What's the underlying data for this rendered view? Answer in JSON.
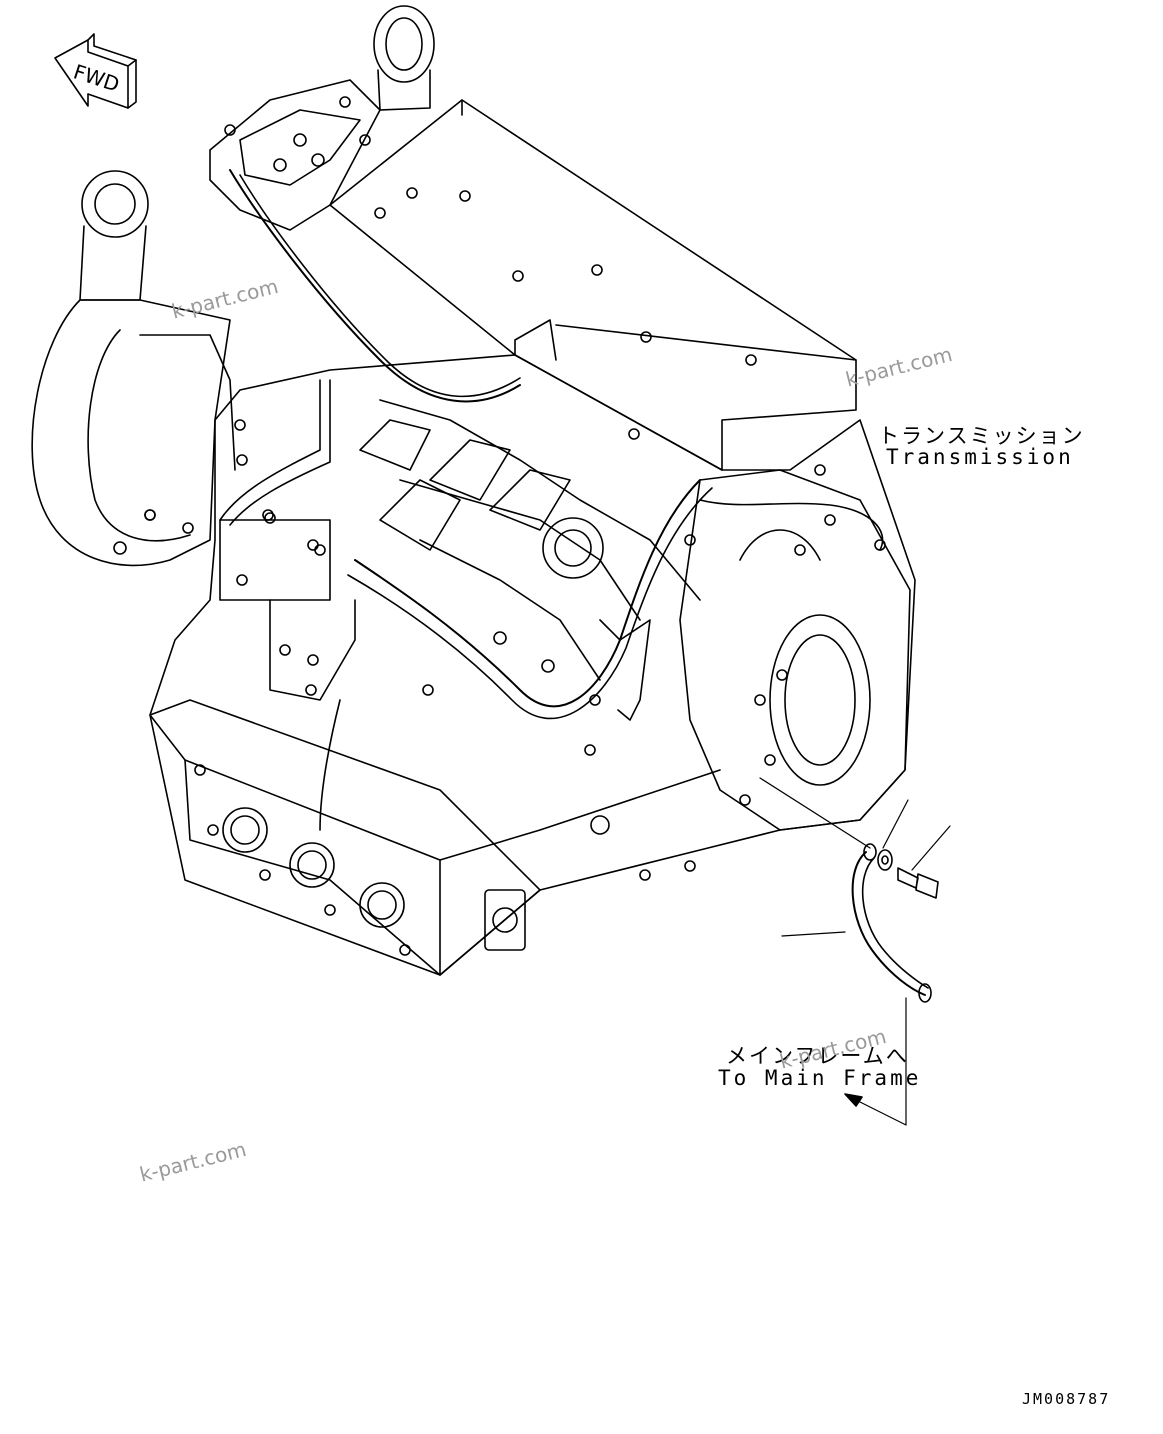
{
  "direction_marker": {
    "label": "FWD",
    "icon": "forward-arrow-icon"
  },
  "labels": {
    "transmission_jp": "トランスミッション",
    "transmission_en": "Transmission",
    "main_frame_jp": "メインフレームへ",
    "main_frame_en": "To Main Frame"
  },
  "watermarks": [
    "k-part.com",
    "k-part.com",
    "k-part.com",
    "k-part.com"
  ],
  "document_id": "JM008787",
  "colors": {
    "line": "#000000",
    "watermark": "#9a9a9a",
    "background": "#ffffff"
  }
}
